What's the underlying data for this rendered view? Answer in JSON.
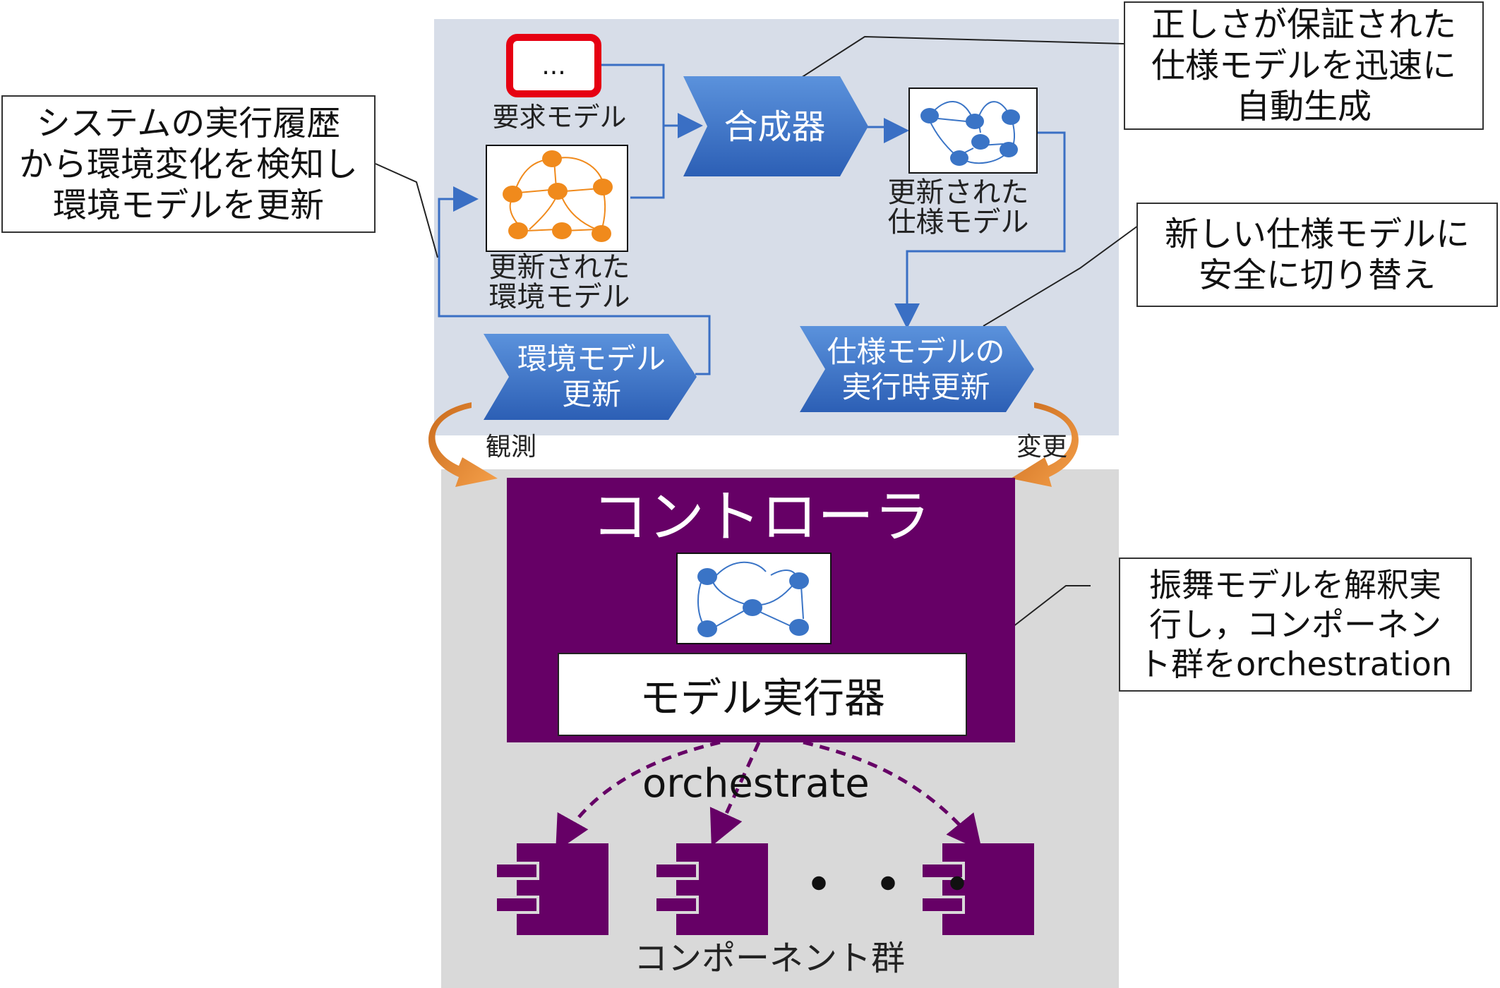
{
  "top_callouts": {
    "env_detect": "システムの実行履歴\nから環境変化を検知し\n環境モデルを更新",
    "synth_note": "正しさが保証された\n仕様モデルを迅速に\n自動生成",
    "switch_note": "新しい仕様モデルに\n安全に切り替え"
  },
  "diagram": {
    "requirement_box_text": "...",
    "requirement_label": "要求モデル",
    "synthesizer_label": "合成器",
    "updated_env_label": "更新された\n環境モデル",
    "updated_spec_label": "更新された\n仕様モデル",
    "env_update_label": "環境モデル\n更新",
    "spec_runtime_update_label": "仕様モデルの\n実行時更新",
    "observe_label": "観測",
    "change_label": "変更"
  },
  "controller": {
    "title": "コントローラ",
    "executor_label": "モデル実行器",
    "note": "振舞モデルを解釈実\n行し，コンポーネン\nト群をorchestration"
  },
  "components": {
    "orchestrate_label": "orchestrate",
    "ellipsis": "・・・",
    "group_label": "コンポーネント群"
  },
  "colors": {
    "top_panel": "#d7dde8",
    "bottom_panel": "#d9d9d9",
    "chevron_blue": "#3a6fc4",
    "controller_purple": "#660066",
    "orange_node": "#f08a1c",
    "blue_node": "#3a74c6",
    "requirement_border": "#e60012",
    "cycle_arrow": "#e07b2a"
  }
}
